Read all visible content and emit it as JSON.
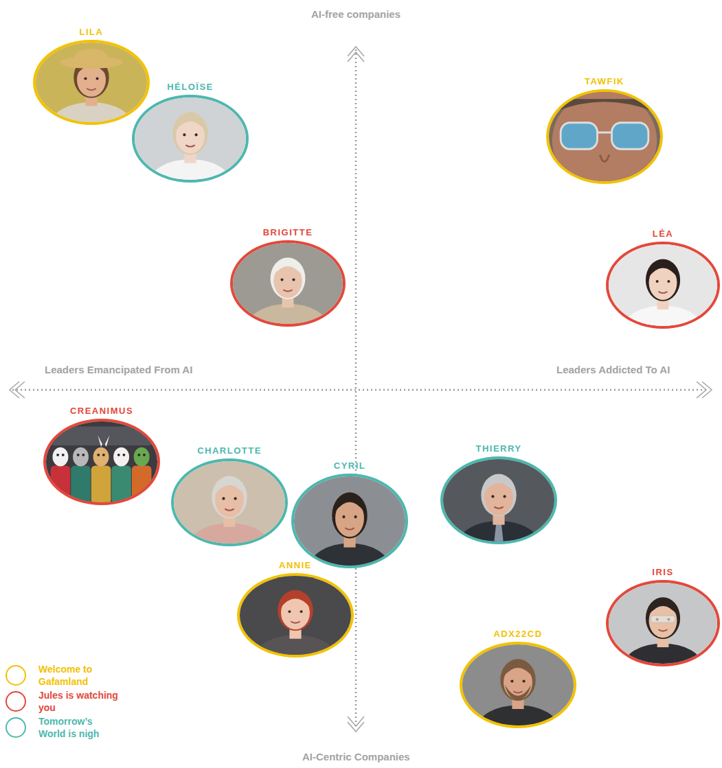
{
  "diagram": {
    "nodes": [
      {
        "text": [
          "LILA"
        ]
      },
      {
        "text": [
          "HÉLOÏSE"
        ]
      },
      {
        "text": [
          "TAWFIK"
        ]
      },
      {
        "text": [
          "BRIGITTE"
        ]
      },
      {
        "text": [
          "LÉA"
        ]
      },
      {
        "text": [
          "CREANIMUS"
        ]
      },
      {
        "text": [
          "CHARLOTTE"
        ]
      },
      {
        "text": [
          "CYRIL"
        ]
      },
      {
        "text": [
          "THIERRY"
        ]
      },
      {
        "text": [
          "ANNIE"
        ]
      },
      {
        "text": [
          "IRIS"
        ]
      },
      {
        "text": [
          "ADX22CD"
        ]
      }
    ],
    "labels": [
      "AI-free companies",
      "Leaders Emancipated From AI",
      "Leaders Addicted To AI",
      "AI-Centric Companies"
    ],
    "legend": [
      {
        "text": "Welcome to Gafamland",
        "color": "#f2c200"
      },
      {
        "text": "Jules is watching you",
        "color": "#e4483b"
      },
      {
        "text": "Tomorrow’s World is nigh",
        "color": "#4cb8ae"
      }
    ]
  }
}
